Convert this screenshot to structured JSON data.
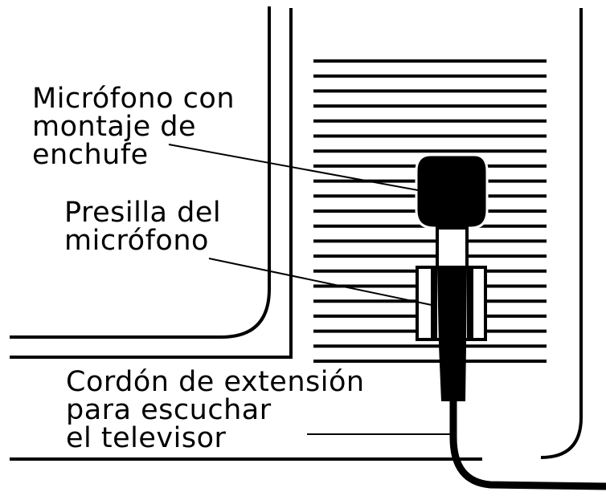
{
  "labels": {
    "microphone": [
      "Micrófono con",
      "montaje de",
      "enchufe"
    ],
    "clip": [
      "Presilla del",
      "micrófono"
    ],
    "cord": [
      "Cordón de extensión",
      "para escuchar",
      "el televisor"
    ]
  },
  "colors": {
    "ink": "#000000",
    "paper": "#ffffff"
  }
}
